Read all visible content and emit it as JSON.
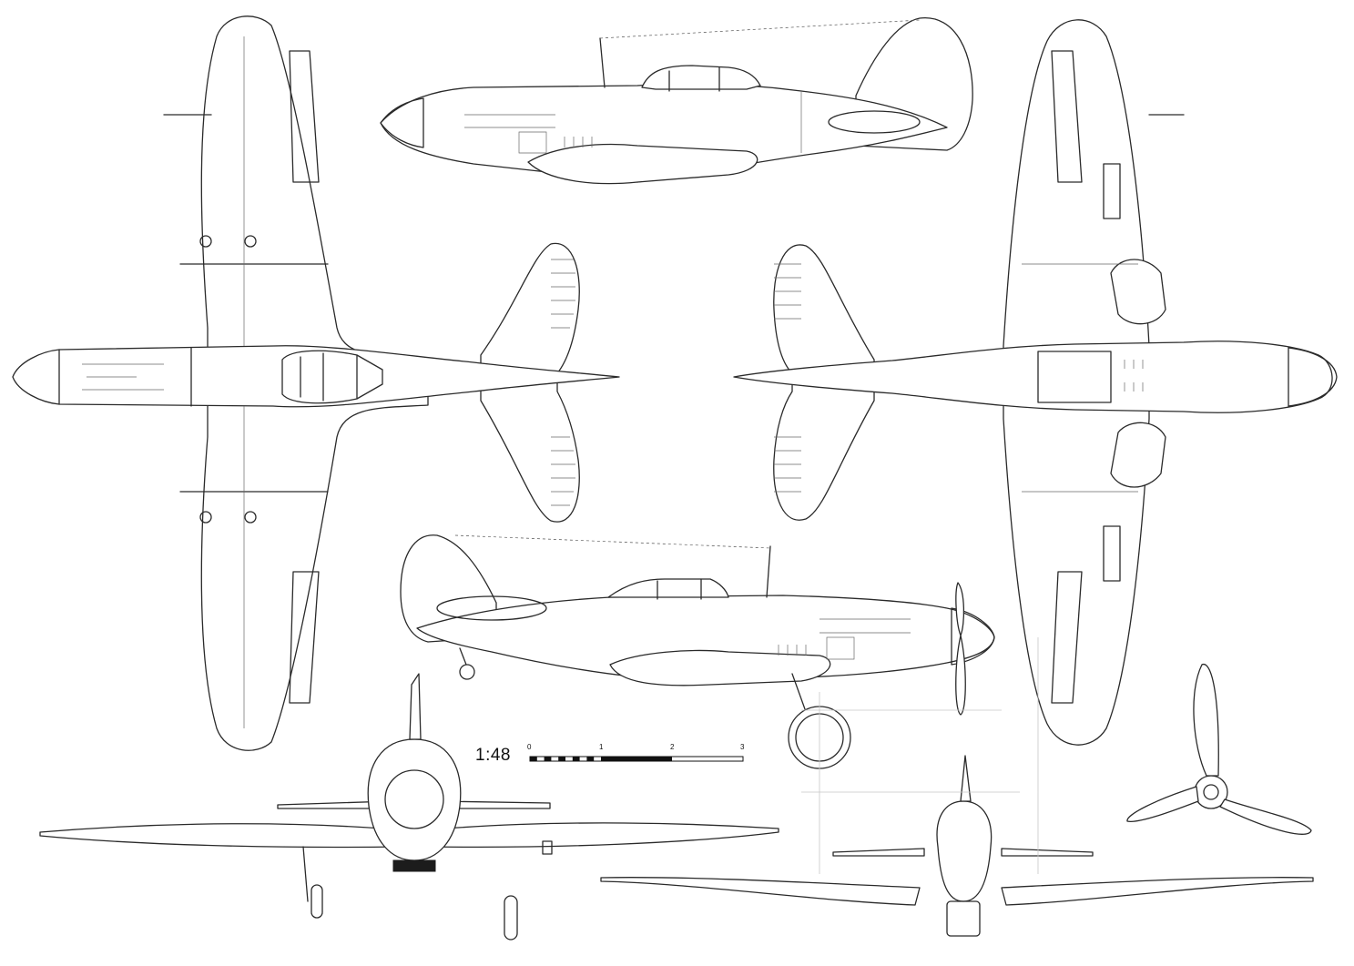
{
  "scale": {
    "label": "1:48",
    "ticks": [
      "0",
      "1",
      "2",
      "3"
    ]
  },
  "colors": {
    "line": "#2a2a2a",
    "background": "#ffffff"
  }
}
